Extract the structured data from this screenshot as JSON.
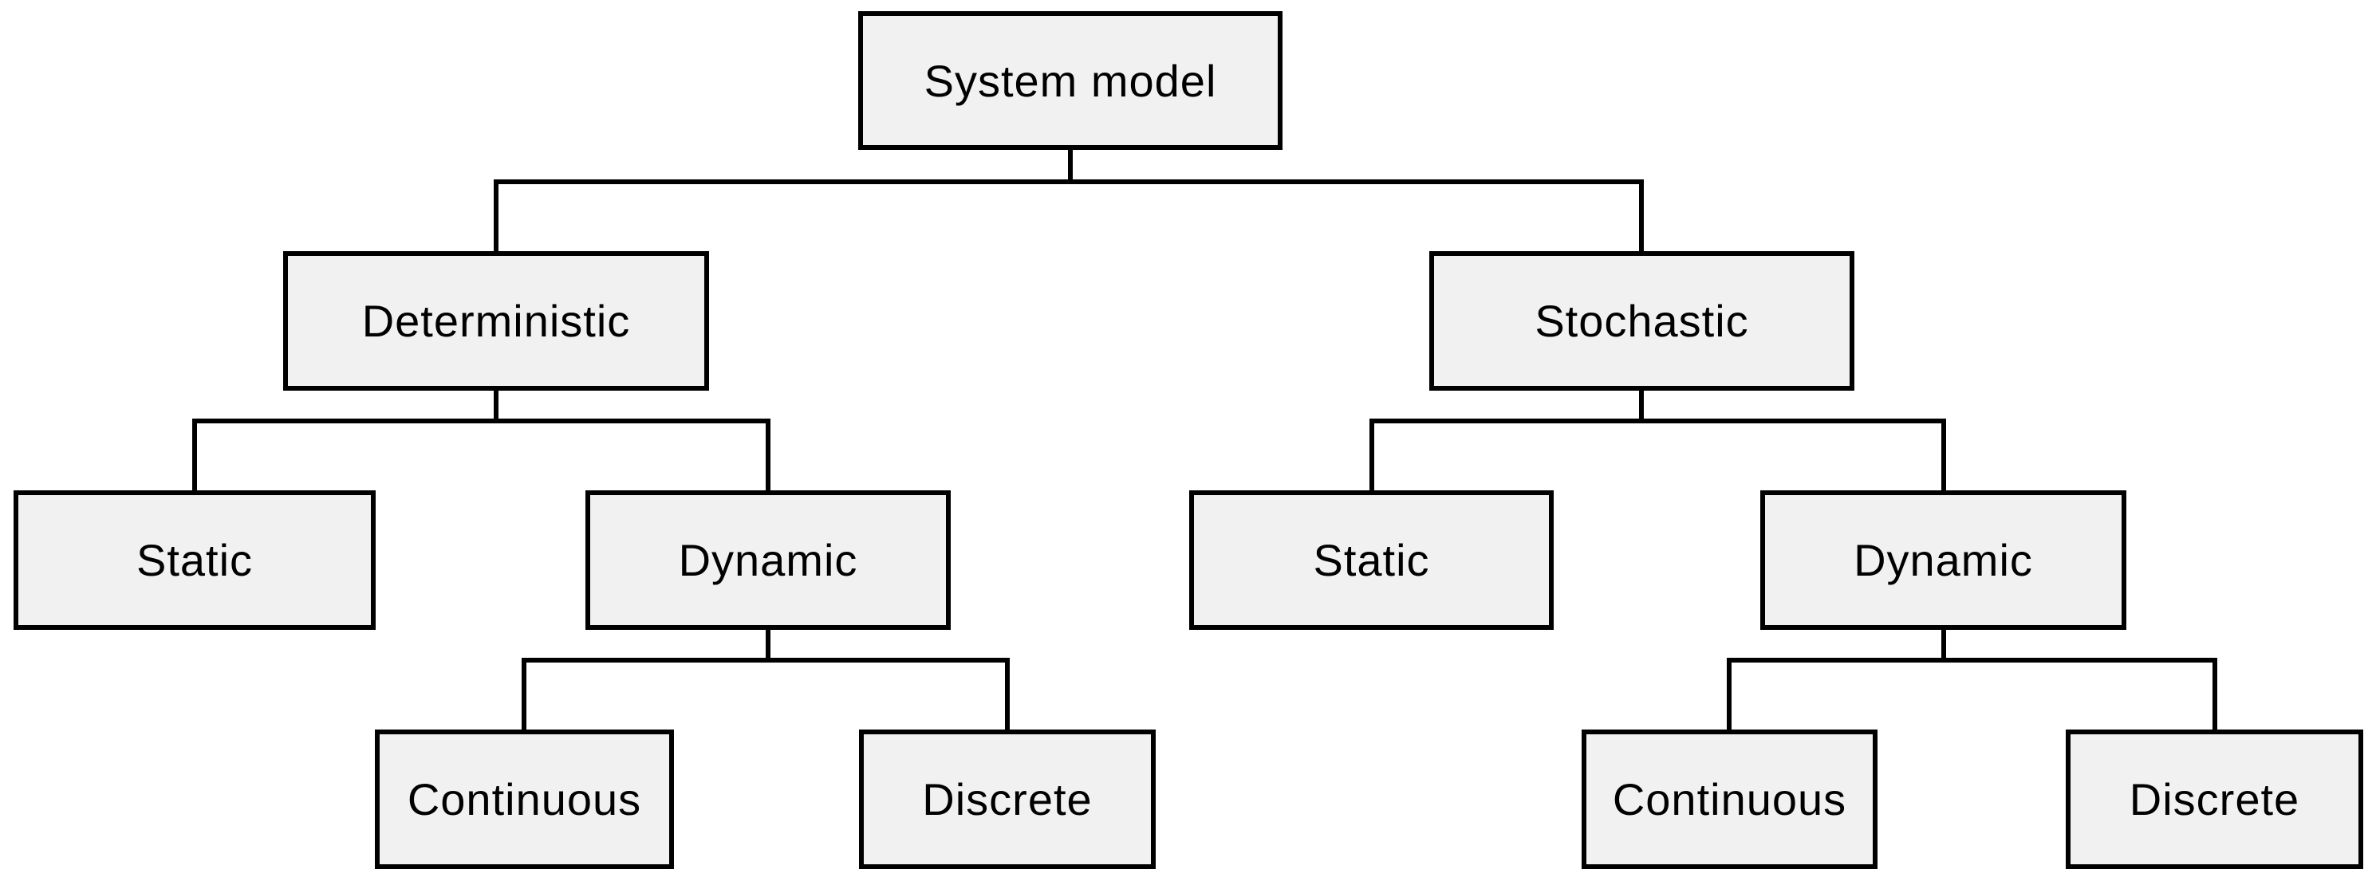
{
  "diagram": {
    "type": "tree",
    "nodes": {
      "system_model": {
        "label": "System model"
      },
      "deterministic": {
        "label": "Deterministic"
      },
      "stochastic": {
        "label": "Stochastic"
      },
      "deterministic_static": {
        "label": "Static"
      },
      "deterministic_dynamic": {
        "label": "Dynamic"
      },
      "deterministic_dynamic_continuous": {
        "label": "Continuous"
      },
      "deterministic_dynamic_discrete": {
        "label": "Discrete"
      },
      "stochastic_static": {
        "label": "Static"
      },
      "stochastic_dynamic": {
        "label": "Dynamic"
      },
      "stochastic_dynamic_continuous": {
        "label": "Continuous"
      },
      "stochastic_dynamic_discrete": {
        "label": "Discrete"
      }
    },
    "hierarchy": {
      "System model": {
        "Deterministic": {
          "Static": null,
          "Dynamic": {
            "Continuous": null,
            "Discrete": null
          }
        },
        "Stochastic": {
          "Static": null,
          "Dynamic": {
            "Continuous": null,
            "Discrete": null
          }
        }
      }
    },
    "colors": {
      "background": "#ffffff",
      "box_fill": "#f1f1f1",
      "box_border": "#000000",
      "connector": "#000000",
      "text": "#000000"
    }
  }
}
